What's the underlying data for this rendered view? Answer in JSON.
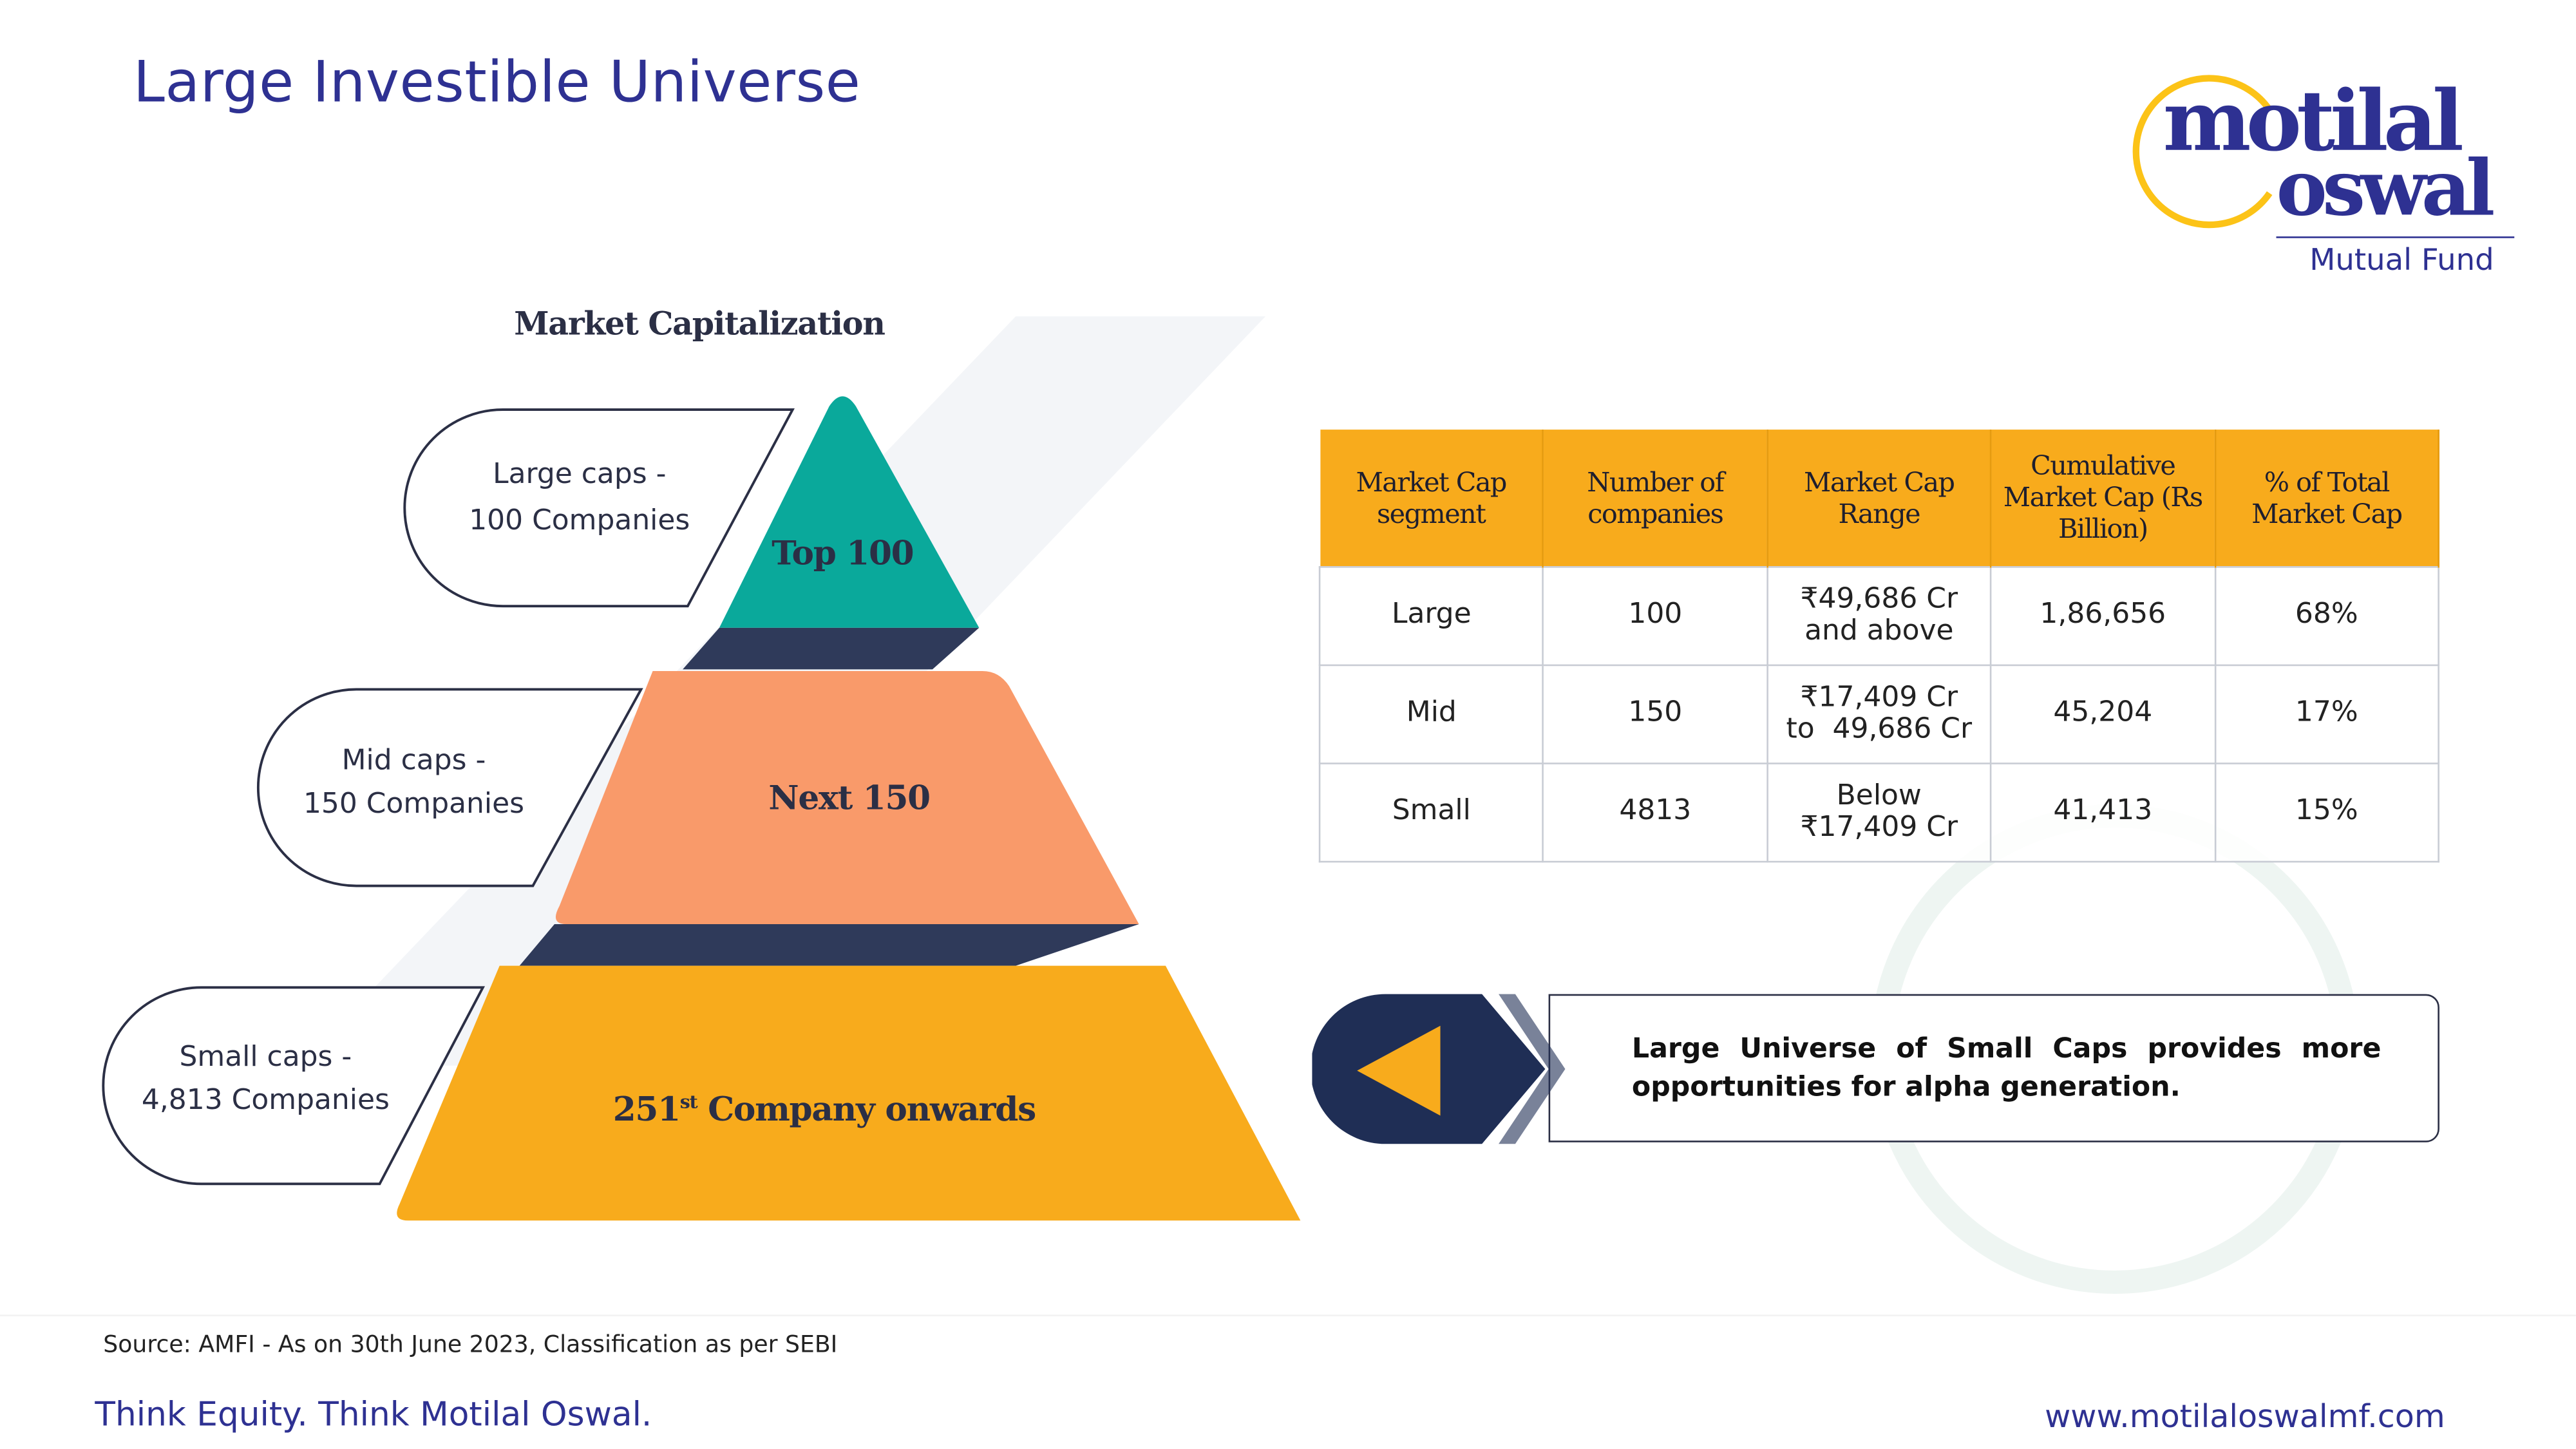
{
  "header": {
    "title": "Large Investible Universe"
  },
  "logo": {
    "line1": "motilal",
    "line2": "oswal",
    "subtitle": "Mutual Fund"
  },
  "pyramid": {
    "title": "Market Capitalization",
    "tiers": [
      {
        "label": "Top 100",
        "callout_line1": "Large caps -",
        "callout_line2": "100 Companies",
        "color": "#0aa99b"
      },
      {
        "label": "Next 150",
        "callout_line1": "Mid caps -",
        "callout_line2": "150 Companies",
        "color": "#f99a6a"
      },
      {
        "label_prefix": "251",
        "label_sup": "st",
        "label_suffix": " Company onwards",
        "callout_line1": "Small caps -",
        "callout_line2": "4,813 Companies",
        "color": "#f8ab1c"
      }
    ]
  },
  "table": {
    "headers": [
      "Market Cap segment",
      "Number of companies",
      "Market Cap Range",
      "Cumulative Market Cap (Rs Billion)",
      "% of Total Market Cap"
    ],
    "rows": [
      {
        "segment": "Large",
        "count": "100",
        "range1": "₹49,686 Cr",
        "range2": "and above",
        "cum": "1,86,656",
        "pct": "68%"
      },
      {
        "segment": "Mid",
        "count": "150",
        "range1": "₹17,409 Cr",
        "range2": "to  49,686 Cr",
        "cum": "45,204",
        "pct": "17%"
      },
      {
        "segment": "Small",
        "count": "4813",
        "range1": "Below",
        "range2": "₹17,409 Cr",
        "cum": "41,413",
        "pct": "15%"
      }
    ]
  },
  "note": "Large Universe of Small Caps provides more opportunities for alpha generation.",
  "footer": {
    "source": "Source: AMFI - As on 30th June 2023, Classification as per SEBI",
    "tagline": "Think Equity. Think Motilal Oswal.",
    "url": "www.motilaloswalmf.com"
  },
  "colors": {
    "brand": "#2e3192",
    "accent": "#f8ab1c",
    "navy": "#1f2e55"
  }
}
